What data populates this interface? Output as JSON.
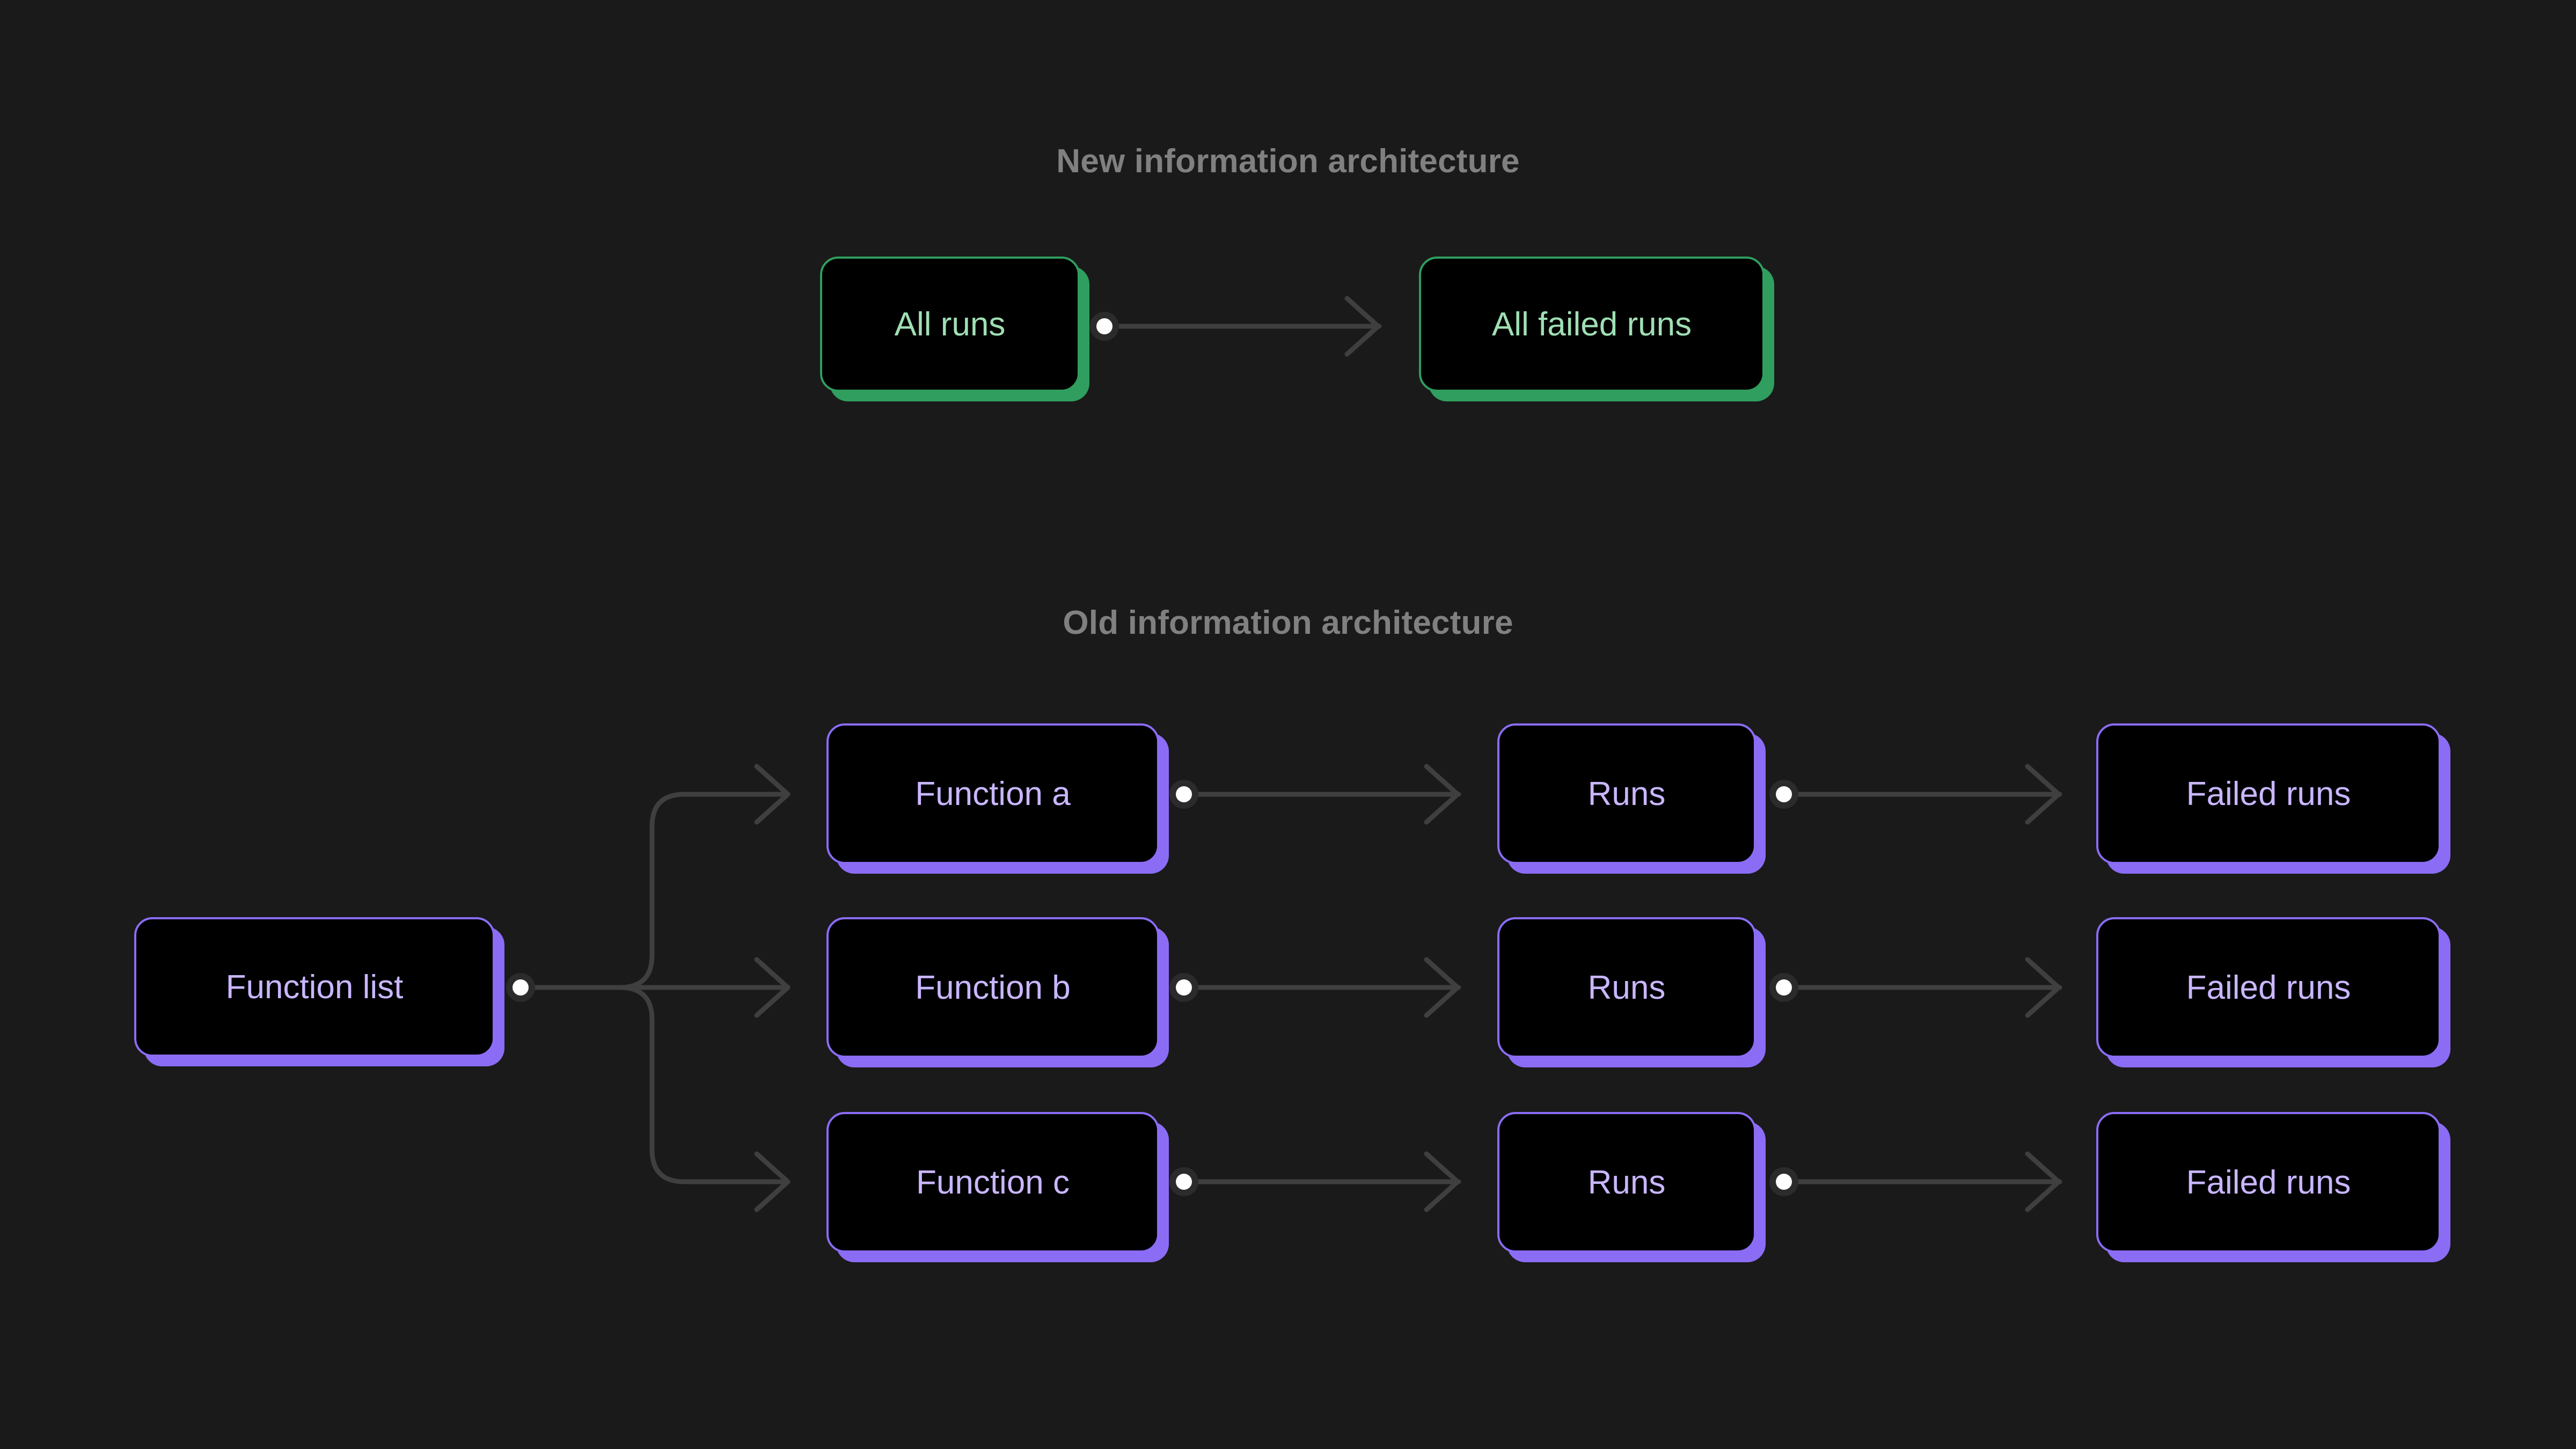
{
  "background_color": "#1a1a1a",
  "sections": [
    {
      "id": "new-architecture",
      "title": "New information architecture",
      "accent_color": "#2f9e5e",
      "text_color": "#9fdfb4",
      "nodes": [
        {
          "id": "all-runs",
          "label": "All runs"
        },
        {
          "id": "all-failed-runs",
          "label": "All failed runs"
        }
      ],
      "edges": [
        {
          "from": "all-runs",
          "to": "all-failed-runs"
        }
      ]
    },
    {
      "id": "old-architecture",
      "title": "Old information architecture",
      "accent_color": "#8b6cf5",
      "text_color": "#c9b6ff",
      "nodes": [
        {
          "id": "function-list",
          "label": "Function list"
        },
        {
          "id": "function-a",
          "label": "Function a"
        },
        {
          "id": "function-b",
          "label": "Function b"
        },
        {
          "id": "function-c",
          "label": "Function c"
        },
        {
          "id": "runs-a",
          "label": "Runs"
        },
        {
          "id": "runs-b",
          "label": "Runs"
        },
        {
          "id": "runs-c",
          "label": "Runs"
        },
        {
          "id": "failed-runs-a",
          "label": "Failed runs"
        },
        {
          "id": "failed-runs-b",
          "label": "Failed runs"
        },
        {
          "id": "failed-runs-c",
          "label": "Failed runs"
        }
      ],
      "edges": [
        {
          "from": "function-list",
          "to": "function-a"
        },
        {
          "from": "function-list",
          "to": "function-b"
        },
        {
          "from": "function-list",
          "to": "function-c"
        },
        {
          "from": "function-a",
          "to": "runs-a"
        },
        {
          "from": "function-b",
          "to": "runs-b"
        },
        {
          "from": "function-c",
          "to": "runs-c"
        },
        {
          "from": "runs-a",
          "to": "failed-runs-a"
        },
        {
          "from": "runs-b",
          "to": "failed-runs-b"
        },
        {
          "from": "runs-c",
          "to": "failed-runs-c"
        }
      ]
    }
  ]
}
